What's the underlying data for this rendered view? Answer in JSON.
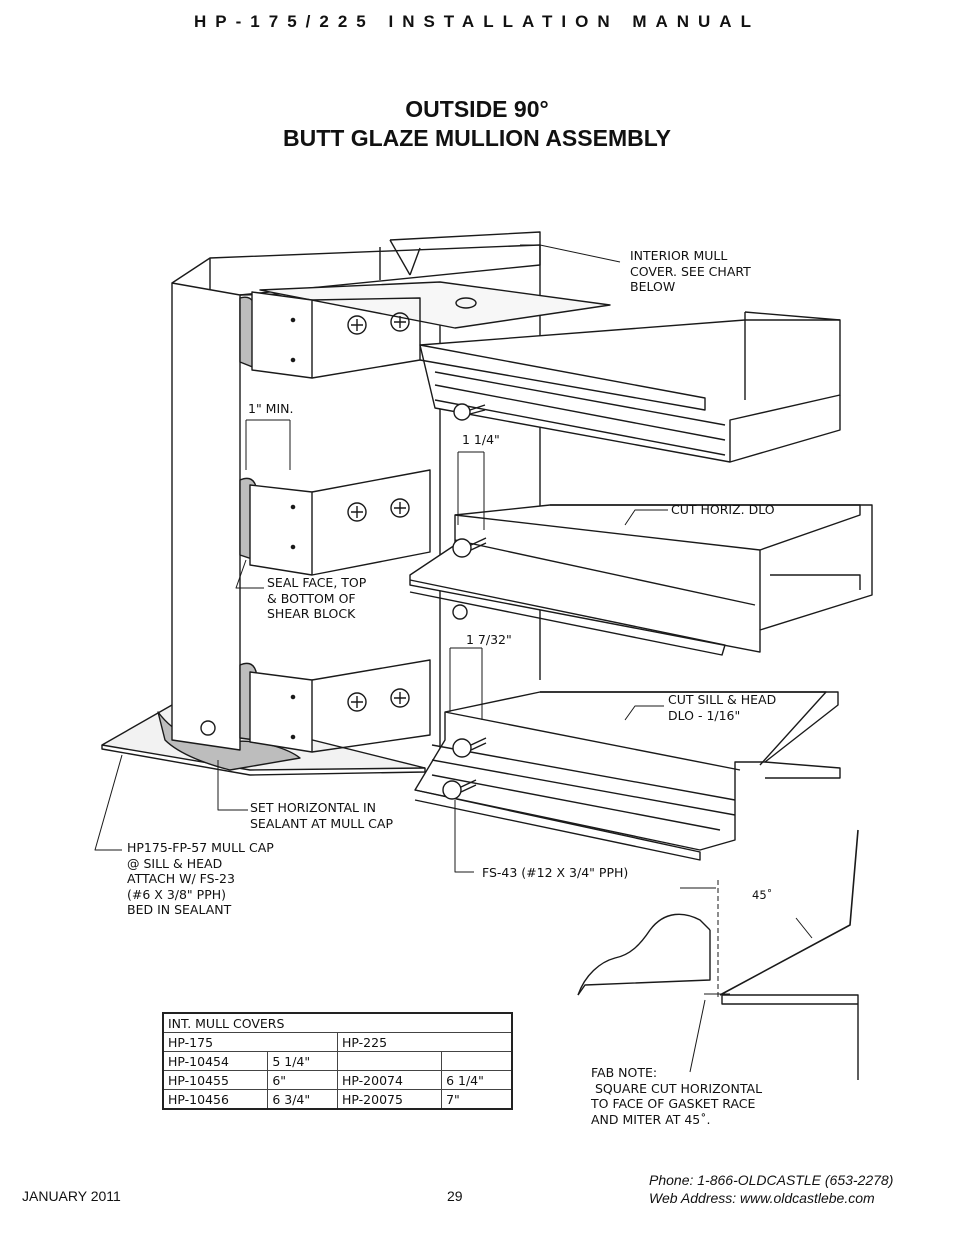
{
  "header": "HP-175/225 INSTALLATION MANUAL",
  "title": {
    "line1": "OUTSIDE 90°",
    "line2": "BUTT GLAZE MULLION ASSEMBLY"
  },
  "callouts": {
    "interior_mull": "INTERIOR MULL\nCOVER. SEE CHART\nBELOW",
    "one_min": "1\" MIN.",
    "one_quarter": "1 1/4\"",
    "cut_horiz": "CUT HORIZ. DLO",
    "seal_face": "SEAL FACE, TOP\n& BOTTOM OF\nSHEAR BLOCK",
    "seven_32": "1 7/32\"",
    "cut_sill": "CUT SILL & HEAD\nDLO - 1/16\"",
    "set_horizontal": "SET HORIZONTAL IN\nSEALANT AT MULL CAP",
    "mull_cap": "HP175-FP-57 MULL CAP\n@ SILL & HEAD\nATTACH W/ FS-23\n(#6 X 3/8\" PPH)\nBED IN SEALANT",
    "fs43": "FS-43 (#12 X 3/4\" PPH)",
    "angle": "45˚",
    "fab_note": "FAB NOTE:\n SQUARE CUT HORIZONTAL\nTO FACE OF GASKET RACE\nAND MITER AT 45˚."
  },
  "table": {
    "title": "INT. MULL COVERS",
    "col_a": "HP-175",
    "col_b": "HP-225",
    "rows": [
      {
        "a_part": "HP-10454",
        "a_size": "5 1/4\"",
        "b_part": "",
        "b_size": ""
      },
      {
        "a_part": "HP-10455",
        "a_size": "6\"",
        "b_part": "HP-20074",
        "b_size": "6 1/4\""
      },
      {
        "a_part": "HP-10456",
        "a_size": "6 3/4\"",
        "b_part": "HP-20075",
        "b_size": "7\""
      }
    ]
  },
  "footer": {
    "date": "JANUARY 2011",
    "page": "29",
    "phone": "Phone: 1-866-OLDCASTLE (653-2278)",
    "web": "Web Address: www.oldcastlebe.com"
  }
}
